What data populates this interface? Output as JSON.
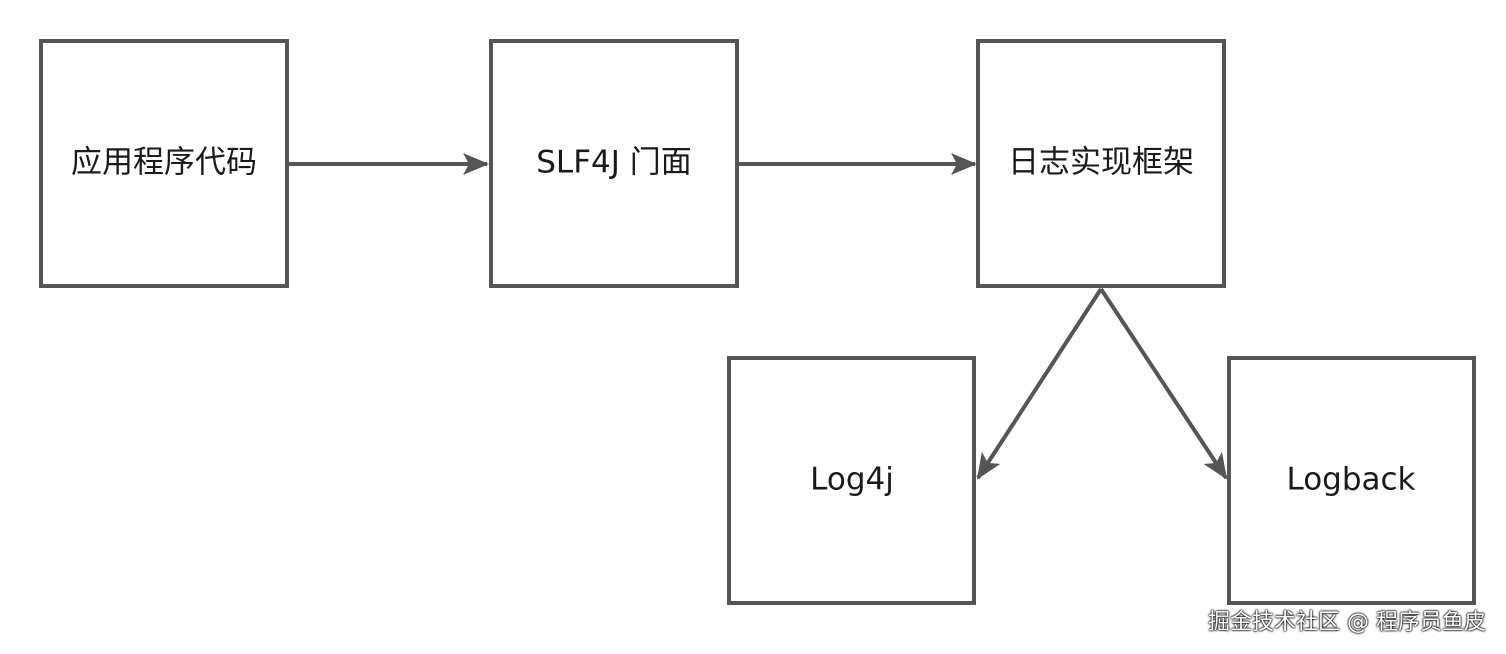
{
  "diagram": {
    "nodes": [
      {
        "id": "app",
        "label": "应用程序代码"
      },
      {
        "id": "slf4j",
        "label": "SLF4J 门面"
      },
      {
        "id": "impl",
        "label": "日志实现框架"
      },
      {
        "id": "log4j",
        "label": "Log4j"
      },
      {
        "id": "logback",
        "label": "Logback"
      }
    ],
    "edges": [
      {
        "from": "app",
        "to": "slf4j"
      },
      {
        "from": "slf4j",
        "to": "impl"
      },
      {
        "from": "impl",
        "to": "log4j"
      },
      {
        "from": "impl",
        "to": "logback"
      }
    ],
    "colors": {
      "stroke": "#555555",
      "text": "#1a1a1a",
      "background": "#ffffff"
    }
  },
  "watermark": {
    "text": "掘金技术社区 @ 程序员鱼皮"
  }
}
